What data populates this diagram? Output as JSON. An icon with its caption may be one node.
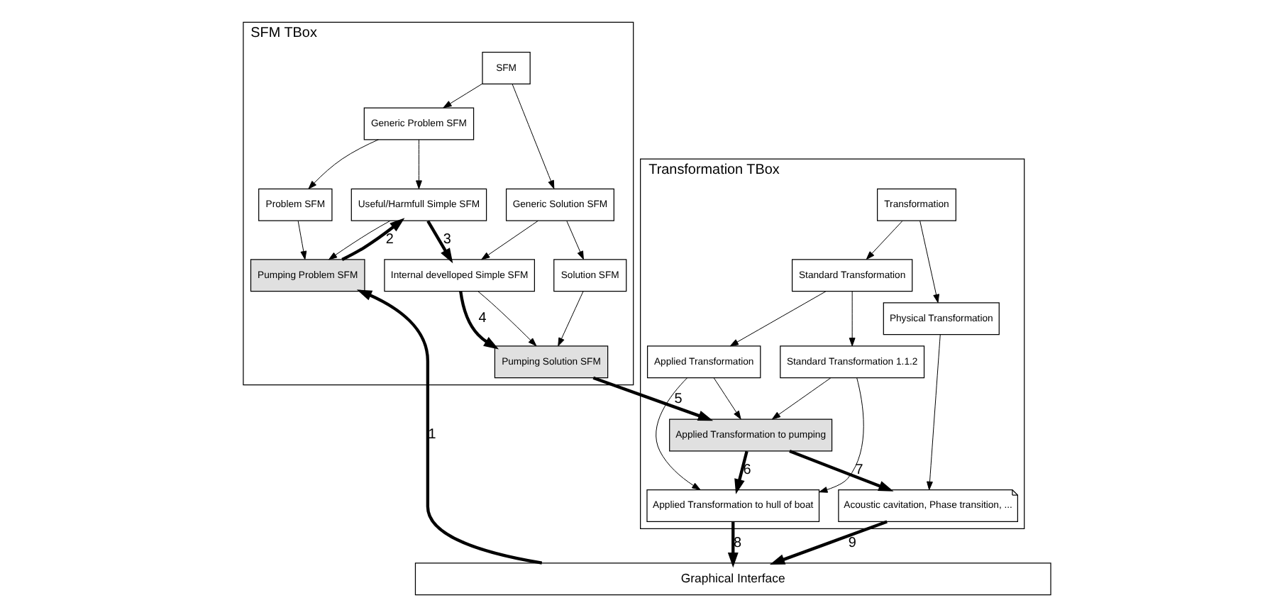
{
  "diagram": {
    "nodes": [
      {
        "text": [
          "SFM TBox"
        ]
      },
      {
        "text": [
          "SFM"
        ],
        "in": 0
      },
      {
        "text": [
          "Generic Problem SFM"
        ],
        "in": 0
      },
      {
        "text": [
          "Generic Solution SFM"
        ],
        "in": 0
      },
      {
        "text": [
          "Useful/Harmfull Simple SFM"
        ],
        "in": 0
      },
      {
        "text": [
          "Internal develloped Simple SFM"
        ],
        "in": 0
      },
      {
        "text": [
          "Problem SFM"
        ],
        "in": 0
      },
      {
        "text": [
          "Solution SFM"
        ],
        "in": 0
      },
      {
        "text": [
          "Pumping Problem SFM"
        ],
        "in": 0
      },
      {
        "text": [
          "Pumping Solution SFM"
        ],
        "in": 0
      },
      {
        "text": [
          "Transformation TBox"
        ]
      },
      {
        "text": [
          "Transformation"
        ],
        "in": 10
      },
      {
        "text": [
          "Standard Transformation"
        ],
        "in": 10
      },
      {
        "text": [
          "Physical Transformation"
        ],
        "in": 10
      },
      {
        "text": [
          "Standard Transformation 1.1.2"
        ],
        "in": 10
      },
      {
        "text": [
          "Applied Transformation"
        ],
        "in": 10
      },
      {
        "text": [
          "Acoustic cavitation, Phase transition, ..."
        ],
        "in": 10
      },
      {
        "text": [
          "Applied Transformation to pumping"
        ],
        "in": 10
      },
      {
        "text": [
          "Applied Transformation to hull of boat"
        ],
        "in": 10
      },
      {
        "text": [
          "Graphical Interface"
        ]
      }
    ],
    "edges": [
      {
        "from": 1,
        "to": 2,
        "arrow": "to"
      },
      {
        "from": 1,
        "to": 3,
        "arrow": "to"
      },
      {
        "from": 2,
        "to": 6,
        "arrow": "to"
      },
      {
        "from": 2,
        "to": 4,
        "arrow": "to"
      },
      {
        "from": 3,
        "to": 7,
        "arrow": "to"
      },
      {
        "from": 3,
        "to": 5,
        "arrow": "to"
      },
      {
        "from": 6,
        "to": 8,
        "arrow": "to"
      },
      {
        "from": 4,
        "to": 8,
        "arrow": "to"
      },
      {
        "from": 7,
        "to": 9,
        "arrow": "to"
      },
      {
        "from": 5,
        "to": 9,
        "arrow": "to"
      },
      {
        "from": 19,
        "to": 8,
        "arrow": "to",
        "label": "1",
        "style": "thick"
      },
      {
        "from": 8,
        "to": 4,
        "arrow": "to",
        "label": "2",
        "style": "thick"
      },
      {
        "from": 4,
        "to": 5,
        "arrow": "to",
        "label": "3",
        "style": "thick"
      },
      {
        "from": 5,
        "to": 9,
        "arrow": "to",
        "label": "4",
        "style": "thick"
      },
      {
        "from": 9,
        "to": 17,
        "arrow": "to",
        "label": "5",
        "style": "thick"
      },
      {
        "from": 11,
        "to": 12,
        "arrow": "to"
      },
      {
        "from": 11,
        "to": 13,
        "arrow": "to"
      },
      {
        "from": 12,
        "to": 15,
        "arrow": "to"
      },
      {
        "from": 12,
        "to": 14,
        "arrow": "to"
      },
      {
        "from": 13,
        "to": 16,
        "arrow": "to"
      },
      {
        "from": 15,
        "to": 17,
        "arrow": "to"
      },
      {
        "from": 15,
        "to": 18,
        "arrow": "to"
      },
      {
        "from": 14,
        "to": 17,
        "arrow": "to"
      },
      {
        "from": 14,
        "to": 18,
        "arrow": "to"
      },
      {
        "from": 17,
        "to": 18,
        "arrow": "to",
        "label": "6",
        "style": "thick"
      },
      {
        "from": 17,
        "to": 16,
        "arrow": "to",
        "label": "7",
        "style": "thick"
      },
      {
        "from": 18,
        "to": 19,
        "arrow": "to",
        "label": "8",
        "style": "thick"
      },
      {
        "from": 16,
        "to": 19,
        "arrow": "to",
        "label": "9",
        "style": "thick"
      }
    ]
  }
}
